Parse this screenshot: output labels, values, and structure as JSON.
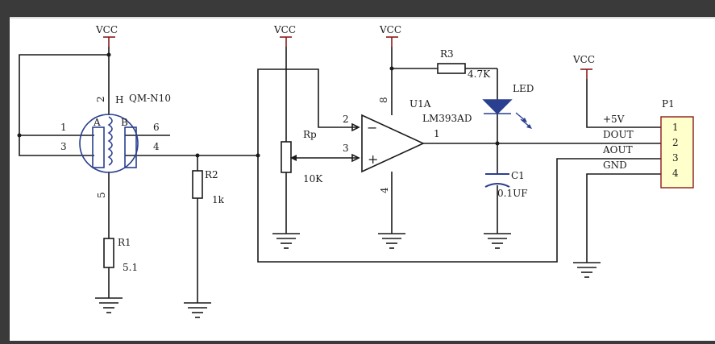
{
  "labels": {
    "vcc": "VCC",
    "sensor": "QM-N10",
    "pin_2": "2",
    "pin_1": "1",
    "pin_3": "3",
    "pin_6": "6",
    "pin_4": "4",
    "pin_5": "5",
    "pin_a": "A",
    "pin_b": "B",
    "pin_h": "H",
    "r1": "R1",
    "r1_val": "5.1",
    "r2": "R2",
    "r2_val": "1k",
    "rp": "Rp",
    "rp_val": "10K",
    "r3": "R3",
    "r3_val": "4.7K",
    "led": "LED",
    "u1a": "U1A",
    "ic": "LM393AD",
    "op_in_minus": "2",
    "op_in_plus": "3",
    "op_out": "1",
    "op_vcc": "8",
    "op_gnd": "4",
    "minus": "−",
    "plus": "+",
    "c1": "C1",
    "c1_val": "0.1UF",
    "p1": "P1",
    "net_5v": "+5V",
    "net_dout": "DOUT",
    "net_aout": "AOUT",
    "net_gnd": "GND",
    "conn_1": "1",
    "conn_2": "2",
    "conn_3": "3",
    "conn_4": "4"
  },
  "colors": {
    "page": "#ffffff",
    "wire": "#1a1a1a",
    "power": "#8b1a1a",
    "connector": "#ffffcc"
  }
}
